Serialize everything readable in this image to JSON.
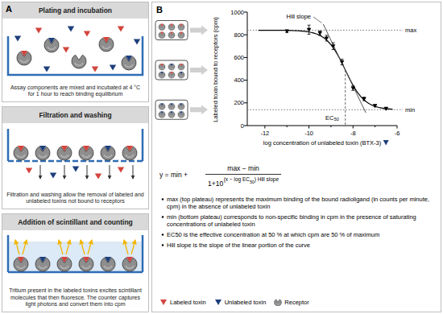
{
  "diagram": {
    "nodes": [
      {
        "text": [
          "A"
        ]
      },
      {
        "text": [
          "Plating and incubation",
          "Assay components are mixed and incubated at 4 °C for 1 hour to reach binding equilibrium"
        ],
        "in": 0
      },
      {
        "text": [
          "Filtration and washing",
          "Filtration and washing allow the removal of labeled and unlabeled toxins not bound to receptors"
        ],
        "in": 0
      },
      {
        "text": [
          "Addition of scintillant and counting",
          "Tritium present in the labeled toxins excites scintillant molecules that then fluoresce. The counter captures light photons and convert them into cpm"
        ],
        "in": 0
      },
      {
        "text": [
          "B"
        ]
      }
    ],
    "labels": [
      "Labeled toxin bound to receptors (cpm)",
      "1000",
      "800",
      "600",
      "400",
      "200",
      "0",
      "-12",
      "-10",
      "-8",
      "-6",
      "log concentration of unlabeled toxin (BTX-3)",
      "max",
      "Hill slope",
      "min",
      "EC",
      "50",
      "y = min +",
      "max − min",
      "1+10",
      "(x − log EC",
      "50",
      ") Hill slope",
      "max (top plateau) represents the maximum binding of the bound radioligand (in counts per minute, cpm) in the absence of unlabeled toxin",
      "min (bottom plateau) corresponds to non-specific binding in cpm in the presence of saturating concentrations of unlabeled toxin",
      "EC50 is the effective concentration at 50 % at which cpm are 50 % of maximum",
      "Hill slope is the slope of the linear portion of the curve"
    ],
    "legend": [
      {
        "text": "Labeled toxin"
      },
      {
        "text": "Unlabeled toxin"
      },
      {
        "text": "Receptor"
      }
    ]
  }
}
